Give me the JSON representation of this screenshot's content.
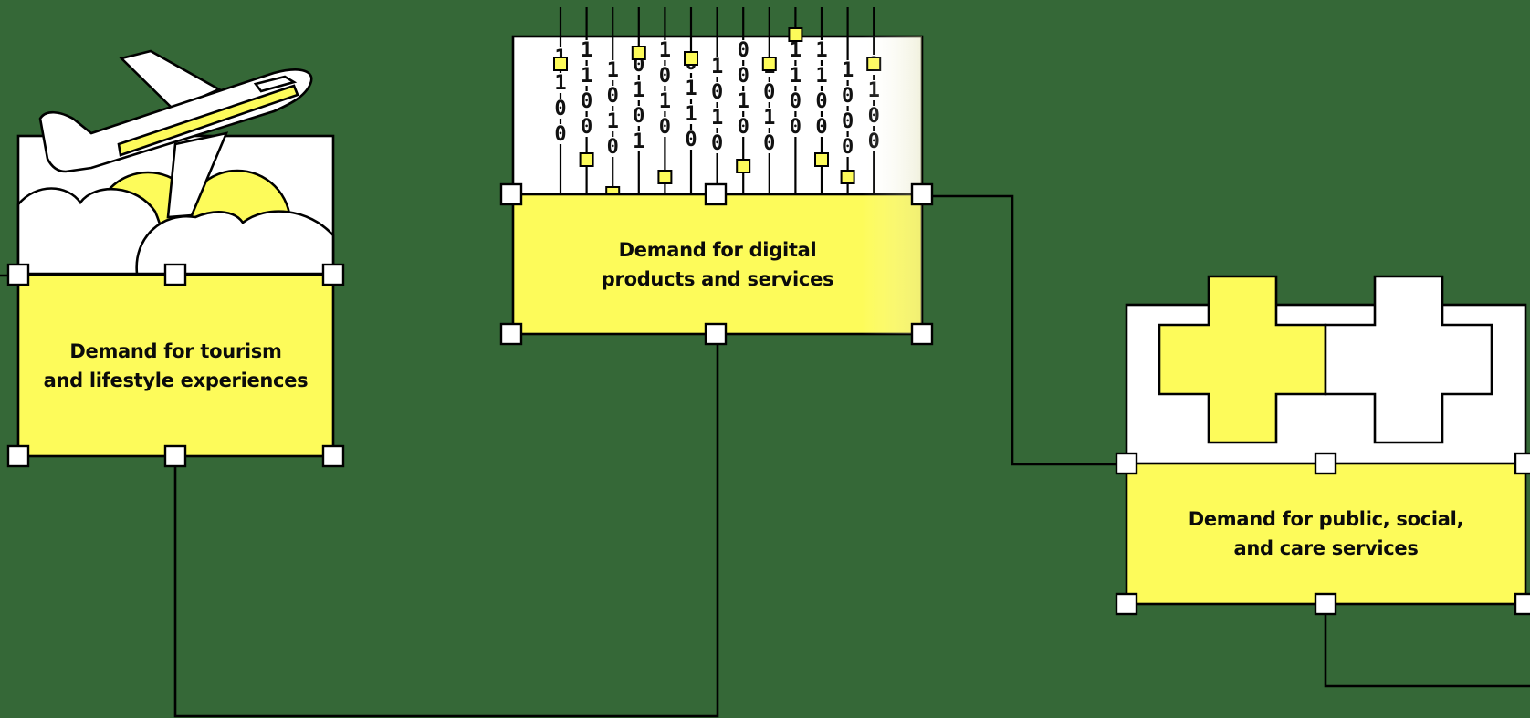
{
  "colors": {
    "background": "#356837",
    "node_fill": "#fdfb5a",
    "illustration_fill": "#ffffff",
    "outline": "#000000"
  },
  "nodes": {
    "tourism": {
      "label_line1": "Demand for tourism",
      "label_line2": "and lifestyle experiences",
      "icon": "airplane-icon"
    },
    "digital": {
      "label_line1": "Demand for digital",
      "label_line2": "products and services",
      "icon": "binary-code-icon"
    },
    "public": {
      "label_line1": "Demand for public, social,",
      "label_line2": "and care services",
      "icon": "medical-cross-icon"
    }
  },
  "binary_columns": [
    "1100",
    "1100",
    "1010",
    "0101",
    "1010",
    "0110",
    "1010",
    "0010",
    "1010",
    "1100",
    "1100",
    "1000",
    "1100"
  ]
}
